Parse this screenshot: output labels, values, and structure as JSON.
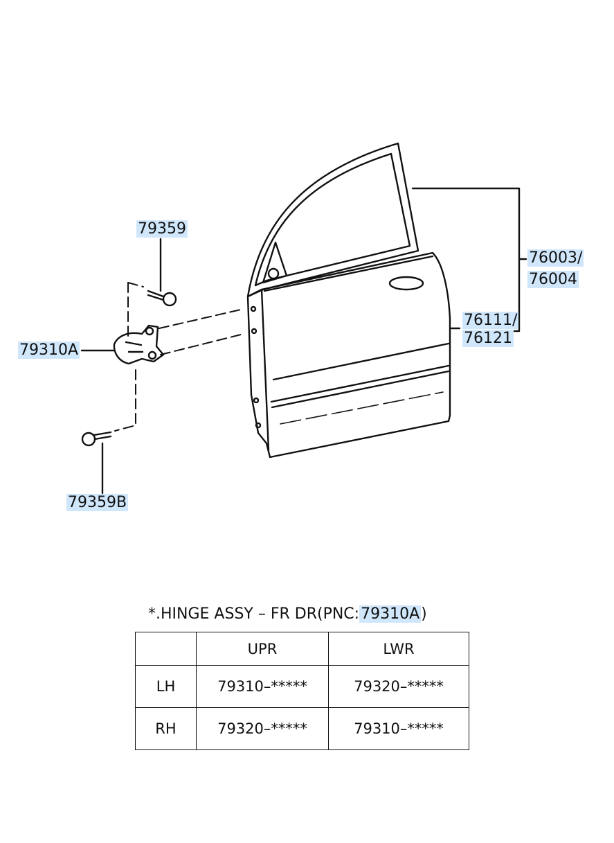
{
  "callouts": {
    "bolt_upper": "79359",
    "hinge": "79310A",
    "bolt_lower": "79359B",
    "door_assy_1": "76003/",
    "door_assy_2": "76004",
    "panel_1": "76111/",
    "panel_2": "76121"
  },
  "caption": {
    "prefix": "*.HINGE ASSY – FR DR(PNC:",
    "pnc": "79310A",
    "suffix": ")"
  },
  "hinge_table": {
    "headers": [
      "",
      "UPR",
      "LWR"
    ],
    "rows": [
      [
        "LH",
        "79310–*****",
        "79320–*****"
      ],
      [
        "RH",
        "79320–*****",
        "79310–*****"
      ]
    ]
  },
  "colors": {
    "line": "#111111",
    "highlight": "#cfe6fb"
  }
}
